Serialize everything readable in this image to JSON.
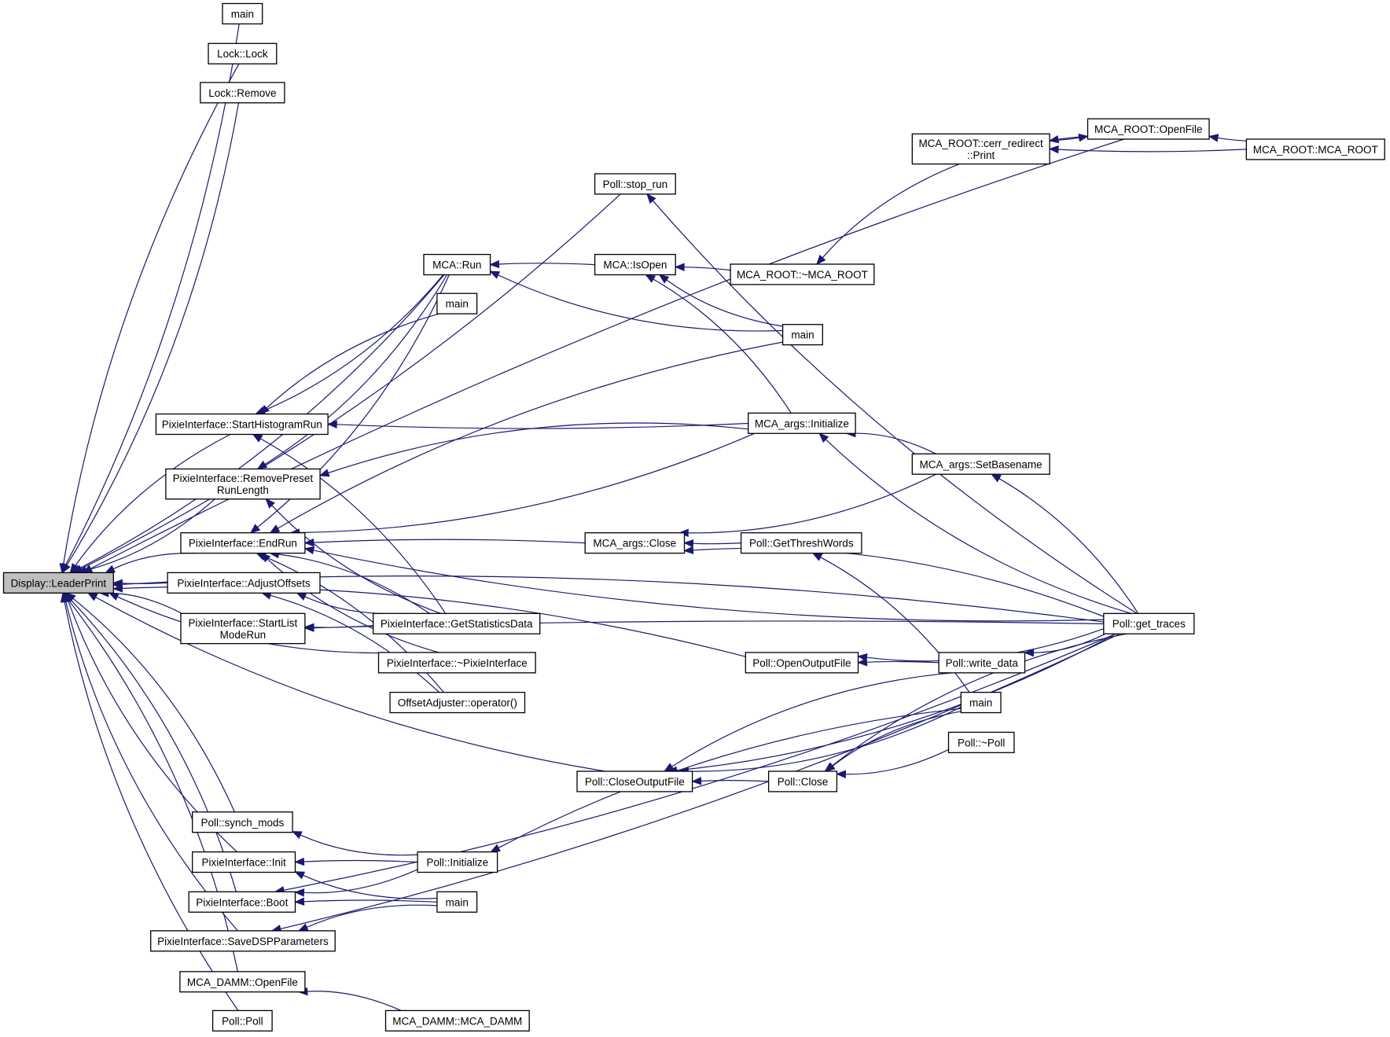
{
  "colors": {
    "edge": "#191970",
    "node_border": "#000000",
    "node_fill": "#ffffff",
    "root_fill": "#bfbfbf",
    "background": "#ffffff"
  },
  "nodes": [
    {
      "id": "root",
      "lines": [
        "Display::LeaderPrint"
      ],
      "root": true
    },
    {
      "id": "main_top",
      "lines": [
        "main"
      ]
    },
    {
      "id": "lock_lock",
      "lines": [
        "Lock::Lock"
      ]
    },
    {
      "id": "lock_remove",
      "lines": [
        "Lock::Remove"
      ]
    },
    {
      "id": "poll_stop",
      "lines": [
        "Poll::stop_run"
      ]
    },
    {
      "id": "mcaroot_cerr",
      "lines": [
        "MCA_ROOT::cerr_redirect",
        "::Print"
      ]
    },
    {
      "id": "mcaroot_open",
      "lines": [
        "MCA_ROOT::OpenFile"
      ]
    },
    {
      "id": "mcaroot_ctor",
      "lines": [
        "MCA_ROOT::MCA_ROOT"
      ]
    },
    {
      "id": "mca_run",
      "lines": [
        "MCA::Run"
      ]
    },
    {
      "id": "mca_isopen",
      "lines": [
        "MCA::IsOpen"
      ]
    },
    {
      "id": "mcaroot_dtor",
      "lines": [
        "MCA_ROOT::~MCA_ROOT"
      ]
    },
    {
      "id": "main_mid",
      "lines": [
        "main"
      ]
    },
    {
      "id": "main_r1",
      "lines": [
        "main"
      ]
    },
    {
      "id": "pi_starthist",
      "lines": [
        "PixieInterface::StartHistogramRun"
      ]
    },
    {
      "id": "args_init",
      "lines": [
        "MCA_args::Initialize"
      ]
    },
    {
      "id": "pi_removepreset",
      "lines": [
        "PixieInterface::RemovePreset",
        "RunLength"
      ]
    },
    {
      "id": "args_setbase",
      "lines": [
        "MCA_args::SetBasename"
      ]
    },
    {
      "id": "pi_endrun",
      "lines": [
        "PixieInterface::EndRun"
      ]
    },
    {
      "id": "args_close",
      "lines": [
        "MCA_args::Close"
      ]
    },
    {
      "id": "poll_getthresh",
      "lines": [
        "Poll::GetThreshWords"
      ]
    },
    {
      "id": "pi_adjust",
      "lines": [
        "PixieInterface::AdjustOffsets"
      ]
    },
    {
      "id": "pi_startlist",
      "lines": [
        "PixieInterface::StartList",
        "ModeRun"
      ]
    },
    {
      "id": "pi_getstats",
      "lines": [
        "PixieInterface::GetStatisticsData"
      ]
    },
    {
      "id": "poll_traces",
      "lines": [
        "Poll::get_traces"
      ]
    },
    {
      "id": "pi_dtor",
      "lines": [
        "PixieInterface::~PixieInterface"
      ]
    },
    {
      "id": "poll_openout",
      "lines": [
        "Poll::OpenOutputFile"
      ]
    },
    {
      "id": "poll_write",
      "lines": [
        "Poll::write_data"
      ]
    },
    {
      "id": "offset_op",
      "lines": [
        "OffsetAdjuster::operator()"
      ]
    },
    {
      "id": "main_r2",
      "lines": [
        "main"
      ]
    },
    {
      "id": "poll_dtor",
      "lines": [
        "Poll::~Poll"
      ]
    },
    {
      "id": "poll_closeout",
      "lines": [
        "Poll::CloseOutputFile"
      ]
    },
    {
      "id": "poll_close",
      "lines": [
        "Poll::Close"
      ]
    },
    {
      "id": "poll_synch",
      "lines": [
        "Poll::synch_mods"
      ]
    },
    {
      "id": "pi_init",
      "lines": [
        "PixieInterface::Init"
      ]
    },
    {
      "id": "poll_init",
      "lines": [
        "Poll::Initialize"
      ]
    },
    {
      "id": "pi_boot",
      "lines": [
        "PixieInterface::Boot"
      ]
    },
    {
      "id": "main_bot",
      "lines": [
        "main"
      ]
    },
    {
      "id": "pi_savedsp",
      "lines": [
        "PixieInterface::SaveDSPParameters"
      ]
    },
    {
      "id": "damm_open",
      "lines": [
        "MCA_DAMM::OpenFile"
      ]
    },
    {
      "id": "poll_poll",
      "lines": [
        "Poll::Poll"
      ]
    },
    {
      "id": "damm_ctor",
      "lines": [
        "MCA_DAMM::MCA_DAMM"
      ]
    }
  ],
  "edges": [
    [
      "root",
      "main_top"
    ],
    [
      "root",
      "lock_lock"
    ],
    [
      "root",
      "lock_remove"
    ],
    [
      "root",
      "mcaroot_open"
    ],
    [
      "root",
      "poll_stop"
    ],
    [
      "root",
      "poll_traces"
    ],
    [
      "root",
      "mca_run"
    ],
    [
      "root",
      "pi_starthist"
    ],
    [
      "root",
      "pi_removepreset"
    ],
    [
      "root",
      "pi_endrun"
    ],
    [
      "root",
      "pi_adjust"
    ],
    [
      "root",
      "pi_startlist"
    ],
    [
      "root",
      "pi_dtor"
    ],
    [
      "root",
      "poll_openout"
    ],
    [
      "root",
      "poll_closeout"
    ],
    [
      "root",
      "poll_synch"
    ],
    [
      "root",
      "pi_init"
    ],
    [
      "root",
      "pi_boot"
    ],
    [
      "root",
      "pi_savedsp"
    ],
    [
      "root",
      "damm_open"
    ],
    [
      "root",
      "poll_poll"
    ],
    [
      "mcaroot_open",
      "mcaroot_cerr"
    ],
    [
      "mcaroot_open",
      "mcaroot_ctor"
    ],
    [
      "mcaroot_cerr",
      "mcaroot_open"
    ],
    [
      "mcaroot_cerr",
      "mcaroot_ctor"
    ],
    [
      "mcaroot_dtor",
      "mcaroot_cerr"
    ],
    [
      "poll_stop",
      "poll_traces"
    ],
    [
      "mca_run",
      "mca_isopen"
    ],
    [
      "mca_run",
      "main_r1"
    ],
    [
      "mca_isopen",
      "mcaroot_dtor"
    ],
    [
      "mca_isopen",
      "main_r1"
    ],
    [
      "mca_isopen",
      "args_init"
    ],
    [
      "pi_starthist",
      "mca_run"
    ],
    [
      "pi_starthist",
      "main_mid"
    ],
    [
      "pi_starthist",
      "args_init"
    ],
    [
      "pi_starthist",
      "pi_getstats"
    ],
    [
      "args_init",
      "poll_traces"
    ],
    [
      "args_init",
      "args_setbase"
    ],
    [
      "pi_removepreset",
      "mca_run"
    ],
    [
      "pi_removepreset",
      "args_init"
    ],
    [
      "pi_removepreset",
      "pi_getstats"
    ],
    [
      "args_setbase",
      "poll_traces"
    ],
    [
      "pi_endrun",
      "mca_run"
    ],
    [
      "pi_endrun",
      "main_r1"
    ],
    [
      "pi_endrun",
      "args_init"
    ],
    [
      "pi_endrun",
      "args_close"
    ],
    [
      "pi_endrun",
      "poll_traces"
    ],
    [
      "pi_endrun",
      "pi_getstats"
    ],
    [
      "pi_endrun",
      "pi_dtor"
    ],
    [
      "pi_endrun",
      "offset_op"
    ],
    [
      "args_close",
      "args_setbase"
    ],
    [
      "args_close",
      "poll_traces"
    ],
    [
      "args_close",
      "poll_getthresh"
    ],
    [
      "poll_getthresh",
      "main_r2"
    ],
    [
      "pi_adjust",
      "pi_getstats"
    ],
    [
      "pi_adjust",
      "offset_op"
    ],
    [
      "pi_startlist",
      "pi_getstats"
    ],
    [
      "pi_startlist",
      "poll_traces"
    ],
    [
      "poll_openout",
      "poll_traces"
    ],
    [
      "poll_openout",
      "poll_write"
    ],
    [
      "poll_write",
      "poll_traces"
    ],
    [
      "poll_closeout",
      "poll_write"
    ],
    [
      "poll_closeout",
      "main_r2"
    ],
    [
      "poll_closeout",
      "poll_close"
    ],
    [
      "poll_closeout",
      "poll_traces"
    ],
    [
      "poll_close",
      "main_r2"
    ],
    [
      "poll_close",
      "poll_dtor"
    ],
    [
      "poll_close",
      "poll_traces"
    ],
    [
      "poll_synch",
      "poll_init"
    ],
    [
      "pi_init",
      "poll_init"
    ],
    [
      "pi_init",
      "main_bot"
    ],
    [
      "poll_init",
      "main_r2"
    ],
    [
      "pi_boot",
      "poll_init"
    ],
    [
      "pi_boot",
      "main_bot"
    ],
    [
      "pi_boot",
      "poll_traces"
    ],
    [
      "pi_savedsp",
      "main_bot"
    ],
    [
      "pi_savedsp",
      "poll_traces"
    ],
    [
      "damm_open",
      "damm_ctor"
    ]
  ]
}
